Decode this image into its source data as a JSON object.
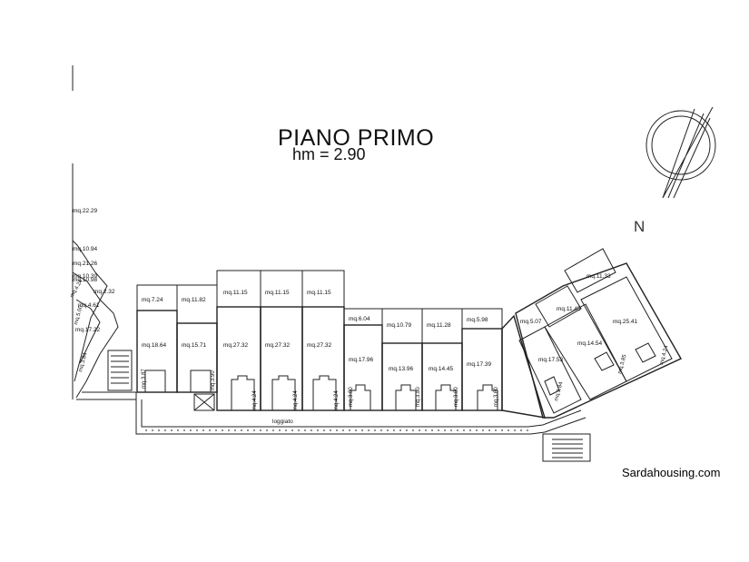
{
  "title": "PIANO PRIMO",
  "subtitle": "hm = 2.90",
  "north_label": "N",
  "credit": "Sardahousing.com",
  "loggiato_label": "loggiato",
  "left_labels": [
    "mq.22.29",
    "mq.10.94",
    "mq.21.26",
    "mq.10.39",
    "mq.10.98",
    "mq.2.32",
    "mq.4.61",
    "mq.17.22",
    "mq.4.24",
    "mq.5.00",
    "mq.3.84"
  ],
  "top_row_labels": [
    "mq.7.24",
    "mq.11.82",
    "mq.11.15",
    "mq.11.15",
    "mq.11.15",
    "mq.6.04",
    "mq.10.79",
    "mq.11.28",
    "mq.5.98"
  ],
  "main_row_labels": [
    "mq.18.64",
    "mq.15.71",
    "mq.27.32",
    "mq.27.32",
    "mq.27.32",
    "mq.17.96",
    "mq.13.96",
    "mq.14.45",
    "mq.17.39"
  ],
  "bath_labels": [
    "mq.3.87",
    "mq.3.90",
    "mq.4.24",
    "mq.4.24",
    "mq.4.24",
    "mq.3.80",
    "mq.3.80",
    "mq.3.80",
    "mq.3.60"
  ],
  "right_wing_labels": [
    "mq.11.33",
    "mq.11.45",
    "mq.5.07",
    "mq.25.41",
    "mq.14.54",
    "mq.17.53",
    "mq.3.85",
    "mq.4.24",
    "mq.3.84"
  ]
}
